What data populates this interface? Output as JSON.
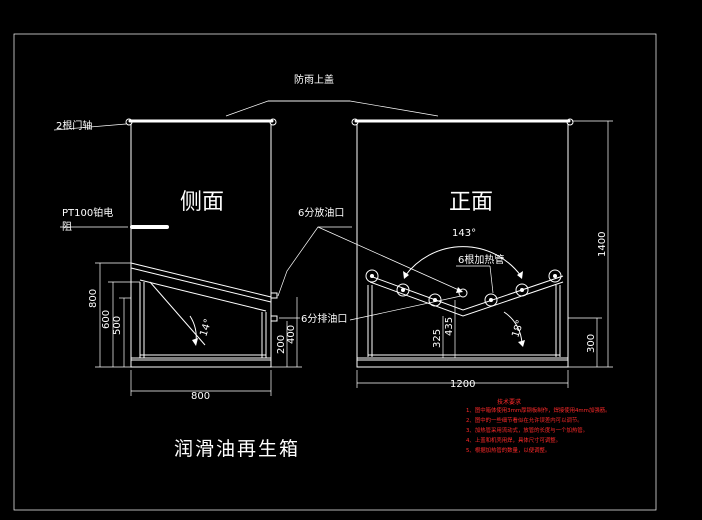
{
  "title": "润滑油再生箱",
  "views": {
    "side": "侧面",
    "front": "正面"
  },
  "callouts": {
    "rain_cover": "防雨上盖",
    "door_shaft": "2根门轴",
    "pt100_line1": "PT100铂电",
    "pt100_line2": "阻",
    "oil_inlet": "6分放油口",
    "oil_outlet": "6分排油口",
    "heat_pipes": "6根加热管"
  },
  "dimensions": {
    "side_width": "800",
    "side_h800": "800",
    "side_h600": "600",
    "side_h500": "500",
    "side_h200": "200",
    "side_h400": "400",
    "side_angle": "14°",
    "front_width": "1200",
    "front_h1400": "1400",
    "front_h300": "300",
    "front_h325": "325",
    "front_h435": "435",
    "front_angle": "18°",
    "front_arc": "143°"
  },
  "notes": {
    "heading": "技术要求",
    "items": [
      "1、图中箱体使用3mm厚钢板制作，焊接使用4mm加强筋。",
      "2、图中的一些细节看似在允许误差内可以调节。",
      "3、加热管采用流动式，放管的长度与一个加热管。",
      "4、上盖和机壳用焊，具体尺寸可调整。",
      "5、根据加热管的数量，以便调整。"
    ]
  },
  "colors": {
    "background": "#000000",
    "lines": "#ffffff",
    "notes": "#ff2a2a"
  }
}
